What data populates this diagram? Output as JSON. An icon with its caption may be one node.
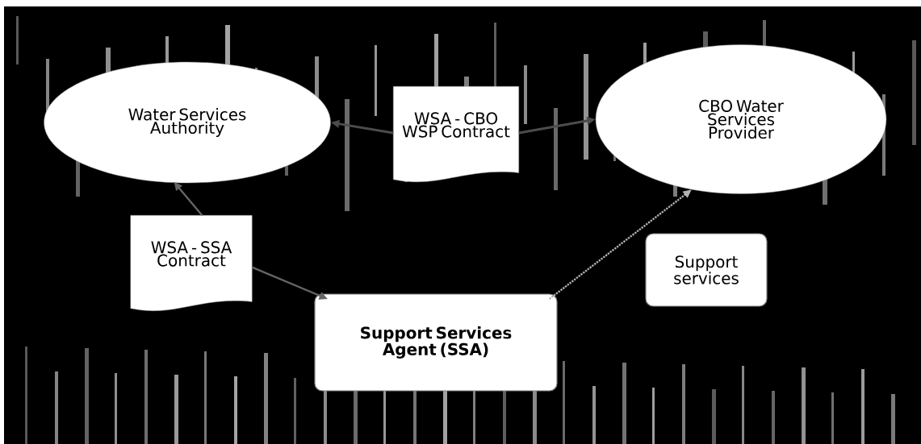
{
  "diagram": {
    "nodes": [
      {
        "text": [
          "Water Services Authority"
        ]
      },
      {
        "text": [
          "CBO Water Services Provider"
        ]
      },
      {
        "text": [
          "WSA - CBO WSP Contract"
        ]
      },
      {
        "text": [
          "WSA - SSA Contract"
        ]
      },
      {
        "text": [
          "Support Services Agent (SSA)"
        ]
      },
      {
        "text": [
          "Support services"
        ]
      }
    ],
    "edges": [
      {
        "from": 2,
        "to": 0,
        "arrow": "to"
      },
      {
        "from": 2,
        "to": 1,
        "arrow": "to"
      },
      {
        "from": 3,
        "to": 0,
        "arrow": "to"
      },
      {
        "from": 3,
        "to": 4,
        "arrow": "to"
      },
      {
        "from": 4,
        "to": 1,
        "arrow": "to",
        "style": "dashed",
        "color": "#b2b2b2"
      }
    ]
  }
}
